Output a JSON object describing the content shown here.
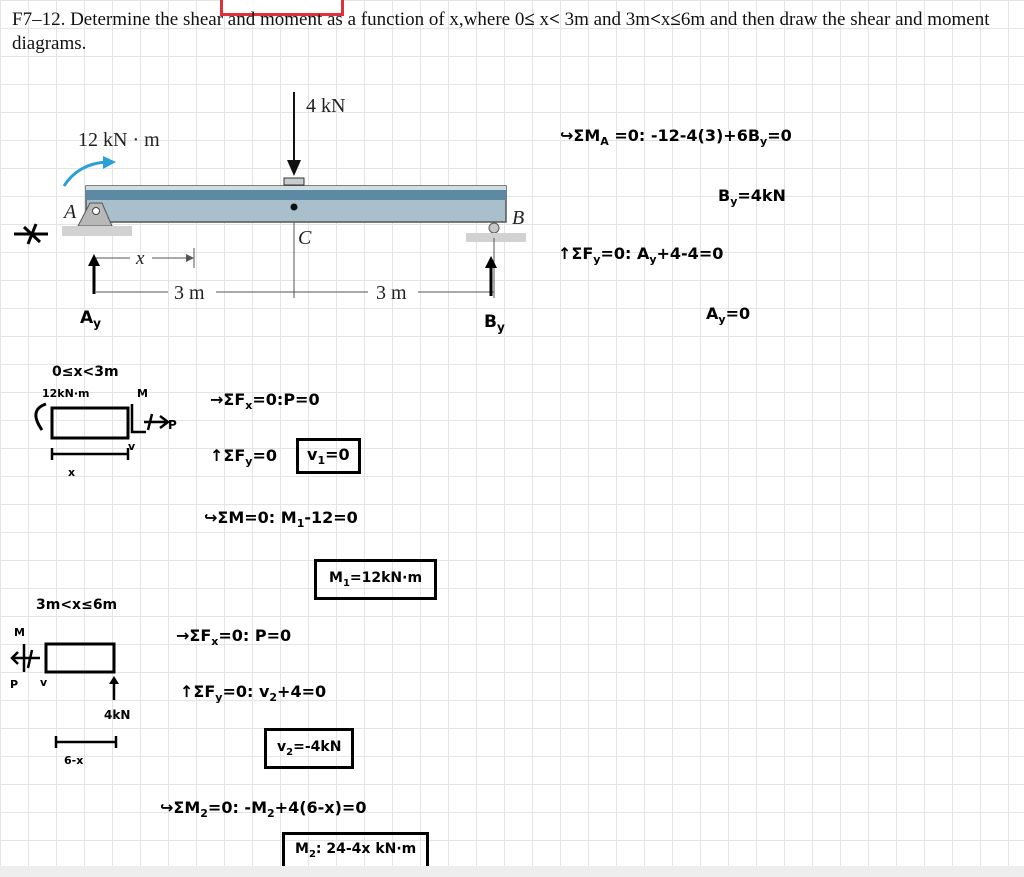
{
  "problem": {
    "text_a": "F7–12. Determine the shear and moment as a function of x,where 0",
    "text_b": " x",
    "text_c": " 3m and 3m",
    "text_d": "x",
    "text_e": "6m and then draw the shear and moment diagrams."
  },
  "figure": {
    "load": "4 kN",
    "moment": "12 kN · m",
    "point_a": "A",
    "point_b": "B",
    "point_c": "C",
    "x_label": "x",
    "span_1": "3 m",
    "span_2": "3 m"
  },
  "reactions": {
    "ay": "A",
    "ay_sub": "y",
    "by": "B",
    "by_sub": "y"
  },
  "right_notes": {
    "moment_eq": "↪ΣM",
    "moment_sub": "A",
    "moment_rest": " =0: -12-4(3)+6B",
    "moment_sub2": "y",
    "moment_end": "=0",
    "by_result": "B",
    "by_sub": "y",
    "by_val": "=4kN",
    "fy_eq": "↑ΣF",
    "fy_sub": "y",
    "fy_mid": "=0: A",
    "fy_sub2": "y",
    "fy_end": "+4-4=0",
    "ay_result": "A",
    "ay_sub": "y",
    "ay_val": "=0"
  },
  "section1": {
    "range": "0≤x<3m",
    "moment_lbl": "12kN·m",
    "m_lbl": "M",
    "v_lbl": "v",
    "p_lbl": "P",
    "x_lbl": "x",
    "fx_eq": "→ΣF",
    "fx_sub": "x",
    "fx_rest": "=0:P=0",
    "fy_eq": "↑ΣF",
    "fy_sub": "y",
    "fy_rest": "=0",
    "v1": "v",
    "v1_sub": "1",
    "v1_val": "=0",
    "m_eq": "↪ΣM",
    "m_mid": "=0: M",
    "m_sub": "1",
    "m_rest": "-12=0",
    "m1": "M",
    "m1_sub": "1",
    "m1_val": "=12kN·m"
  },
  "section2": {
    "range": "3m<x≤6m",
    "m_lbl": "M",
    "p_lbl": "P",
    "v_lbl": "v",
    "force_lbl": "4kN",
    "len_lbl": "6-x",
    "fx_eq": "→ΣF",
    "fx_sub": "x",
    "fx_rest": "=0: P=0",
    "fy_eq": "↑ΣF",
    "fy_sub": "y",
    "fy_mid": "=0: v",
    "fy_sub2": "2",
    "fy_rest": "+4=0",
    "v2": "v",
    "v2_sub": "2",
    "v2_val": "=-4kN",
    "m_eq": "↪ΣM",
    "m_sub": "2",
    "m_mid": "=0: -M",
    "m_sub2": "2",
    "m_rest": "+4(6-x)=0",
    "m2": "M",
    "m2_sub": "2",
    "m2_val": ": 24-4x kN·m"
  }
}
